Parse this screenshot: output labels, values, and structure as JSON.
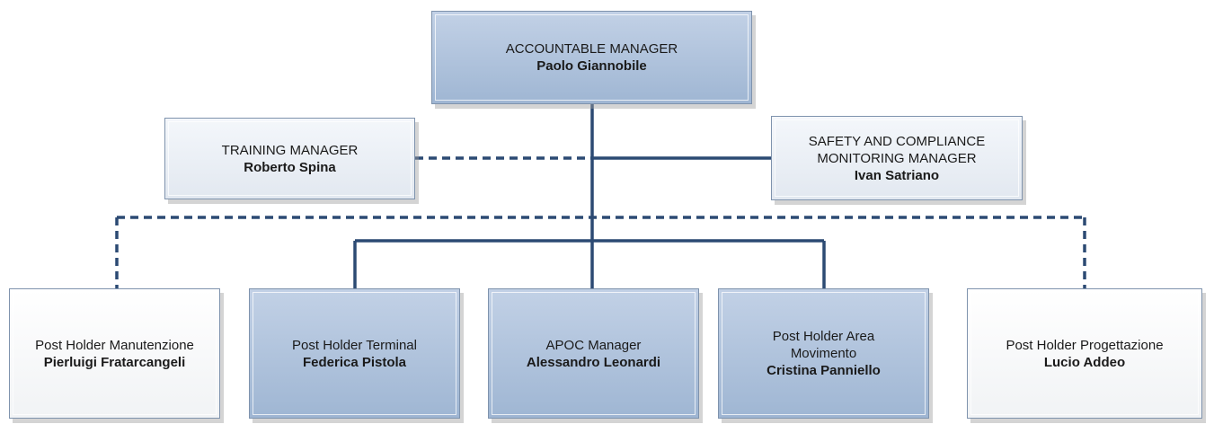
{
  "accountable": {
    "role": "ACCOUNTABLE MANAGER",
    "name": "Paolo Giannobile"
  },
  "training": {
    "role": "TRAINING MANAGER",
    "name": "Roberto Spina"
  },
  "safety": {
    "role_line1": "SAFETY AND COMPLIANCE",
    "role_line2": "MONITORING MANAGER",
    "name": "Ivan Satriano"
  },
  "post_holders": [
    {
      "role": "Post Holder Manutenzione",
      "name": "Pierluigi Fratarcangeli"
    },
    {
      "role": "Post Holder Terminal",
      "name": "Federica Pistola"
    },
    {
      "role": "APOC Manager",
      "name": "Alessandro Leonardi"
    },
    {
      "role_line1": "Post Holder Area",
      "role_line2": "Movimento",
      "name": "Cristina Panniello"
    },
    {
      "role": "Post Holder Progettazione",
      "name": "Lucio Addeo"
    }
  ],
  "colors": {
    "line": "#2c4a73",
    "box_fill_primary": "#b3c6de",
    "box_border": "#7f93ad"
  }
}
